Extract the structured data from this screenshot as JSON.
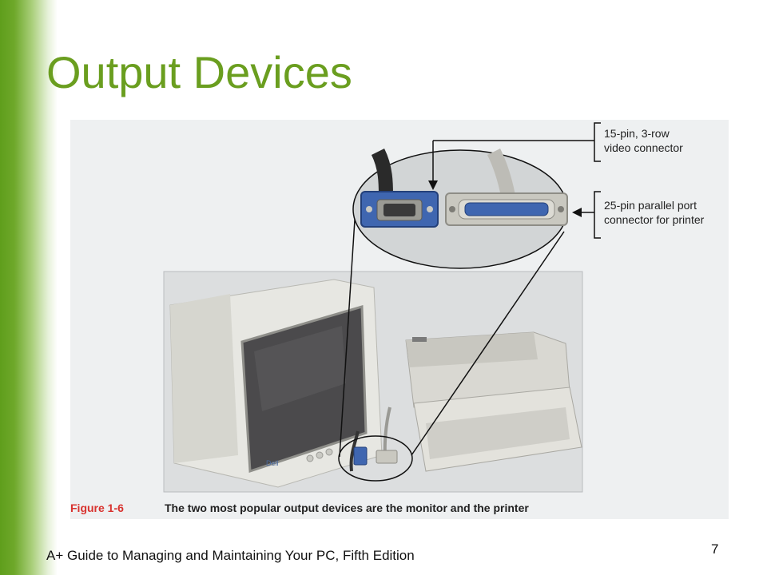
{
  "slide": {
    "title": "Output Devices",
    "footer": "A+ Guide to Managing and Maintaining Your PC, Fifth Edition",
    "page_number": "7"
  },
  "figure": {
    "callout_video_line1": "15-pin, 3-row",
    "callout_video_line2": "video connector",
    "callout_parallel_line1": "25-pin parallel port",
    "callout_parallel_line2": "connector for printer",
    "caption_label": "Figure 1-6",
    "caption_text": "The two most popular output devices are the monitor and the printer",
    "monitor_brand": "Dell",
    "colors": {
      "title_green": "#6a9e1f",
      "caption_red": "#d8322e",
      "connector_blue": "#3f66b0"
    }
  }
}
